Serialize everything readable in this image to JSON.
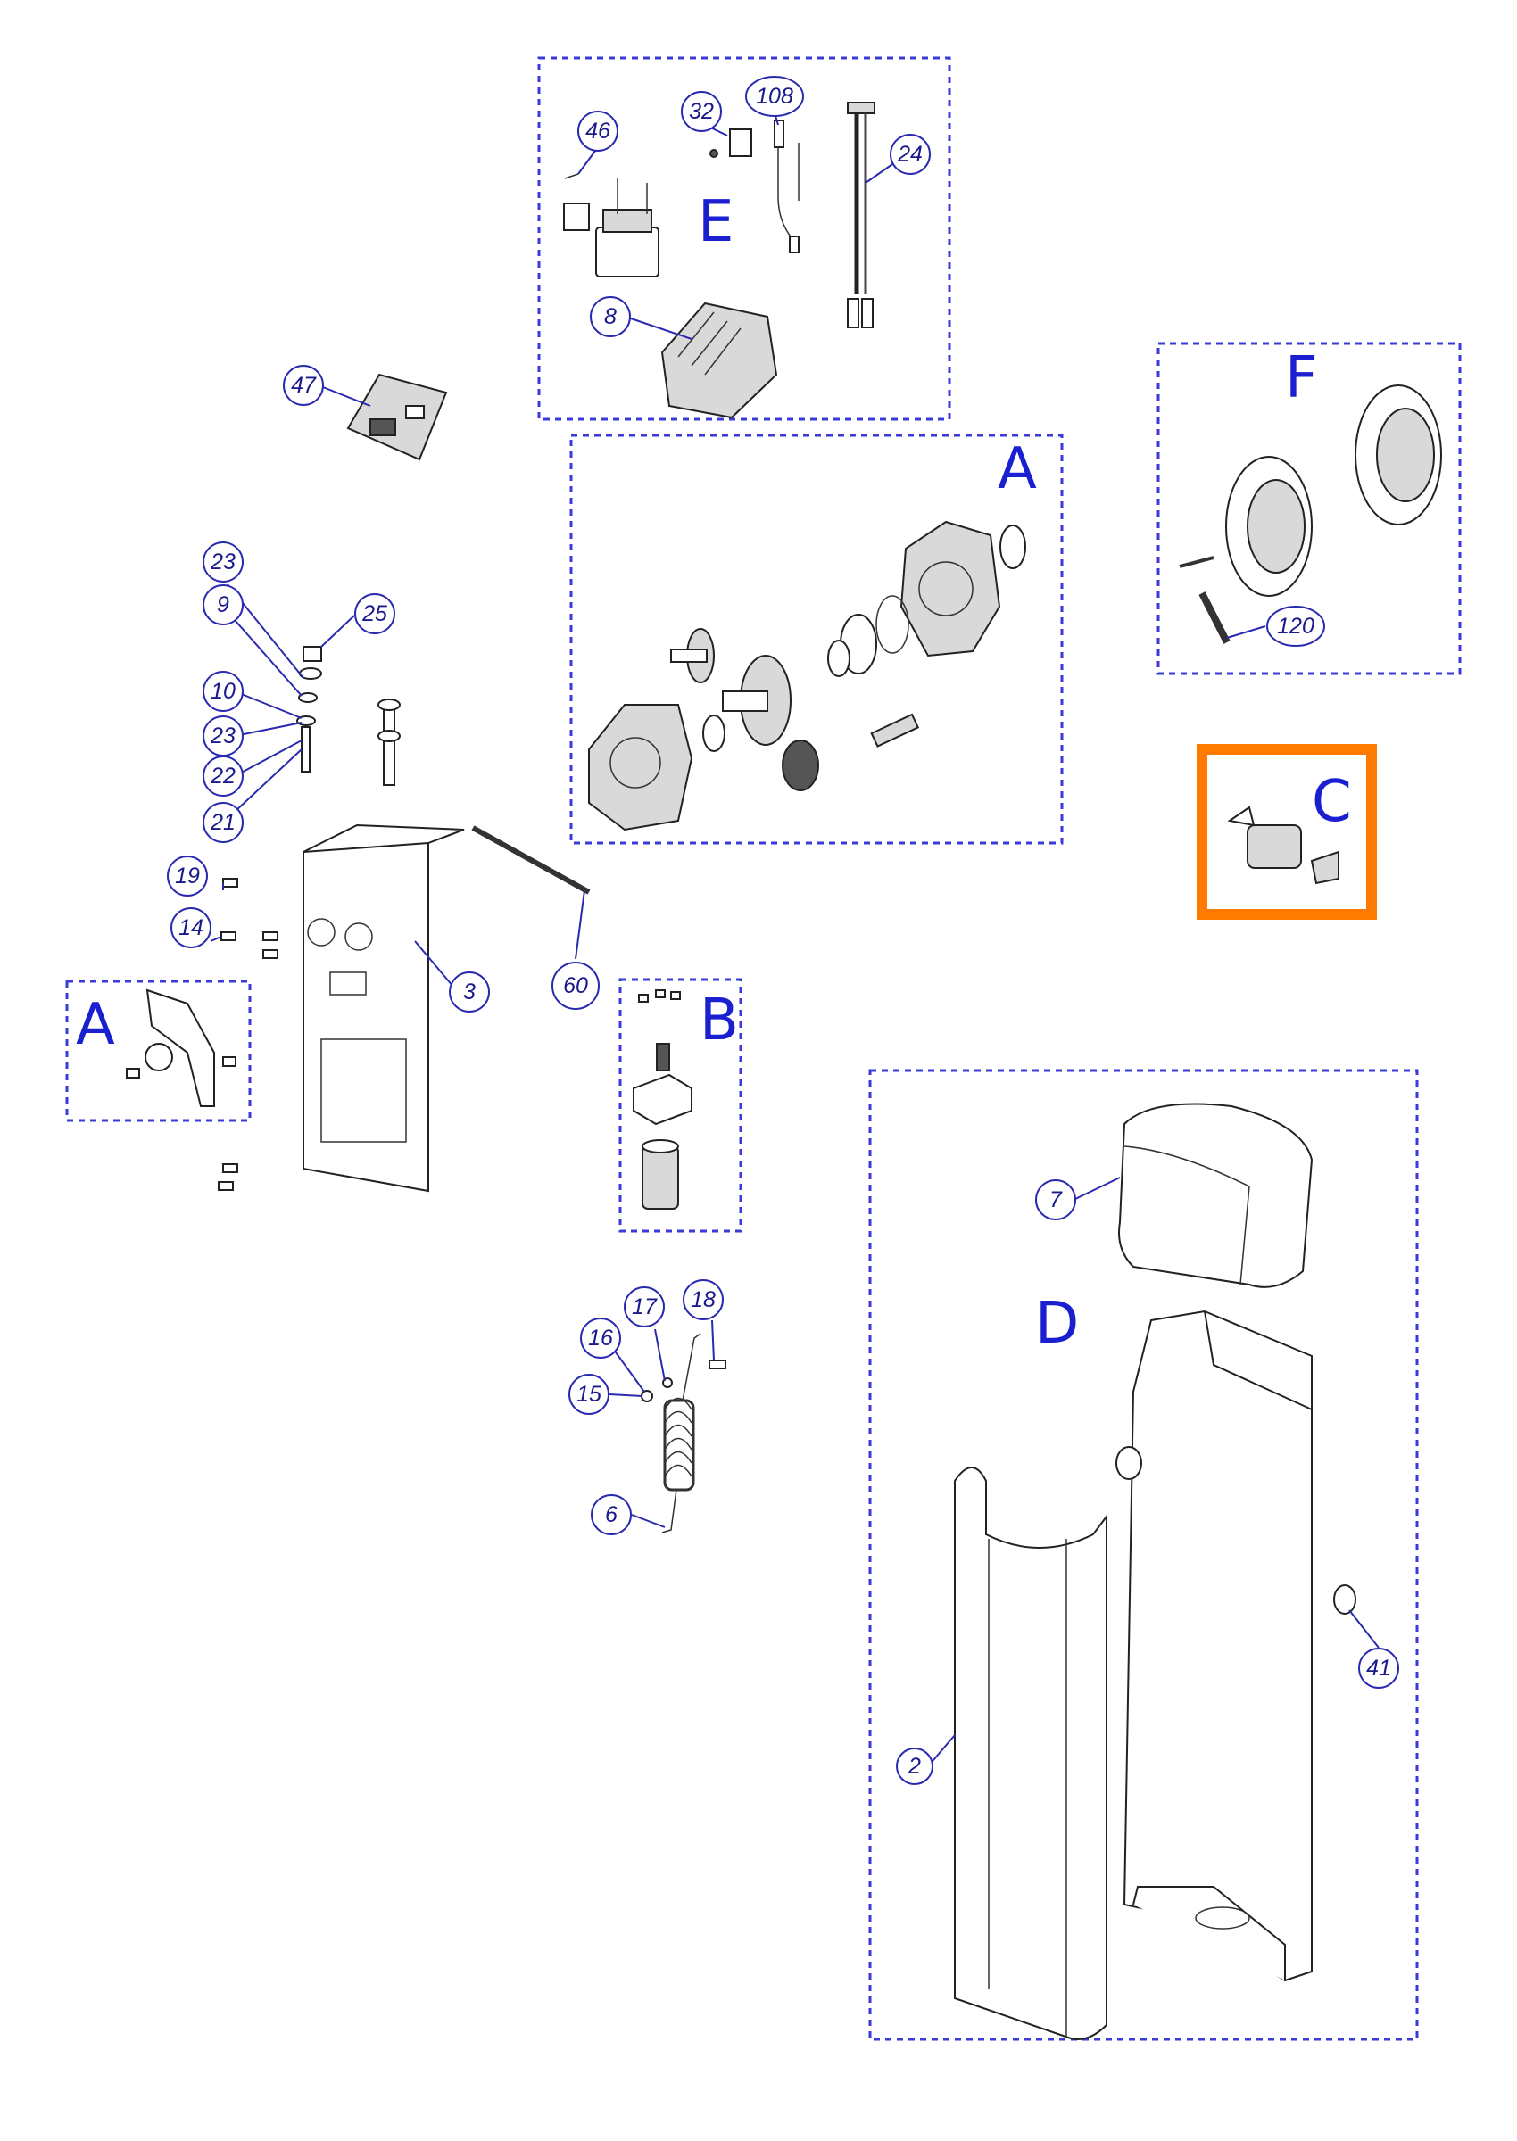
{
  "highlight_color": "#ff7a00",
  "callout_color": "#2a2ab0",
  "group_color": "#1a1fd0",
  "groups": [
    {
      "id": "E",
      "label": "E"
    },
    {
      "id": "A_top",
      "label": "A"
    },
    {
      "id": "F",
      "label": "F"
    },
    {
      "id": "C",
      "label": "C"
    },
    {
      "id": "A_left",
      "label": "A"
    },
    {
      "id": "B",
      "label": "B"
    },
    {
      "id": "D",
      "label": "D"
    }
  ],
  "callouts": [
    "46",
    "32",
    "108",
    "24",
    "8",
    "47",
    "23",
    "9",
    "25",
    "10",
    "23",
    "22",
    "21",
    "19",
    "14",
    "3",
    "60",
    "120",
    "7",
    "17",
    "18",
    "16",
    "15",
    "6",
    "41",
    "2"
  ]
}
